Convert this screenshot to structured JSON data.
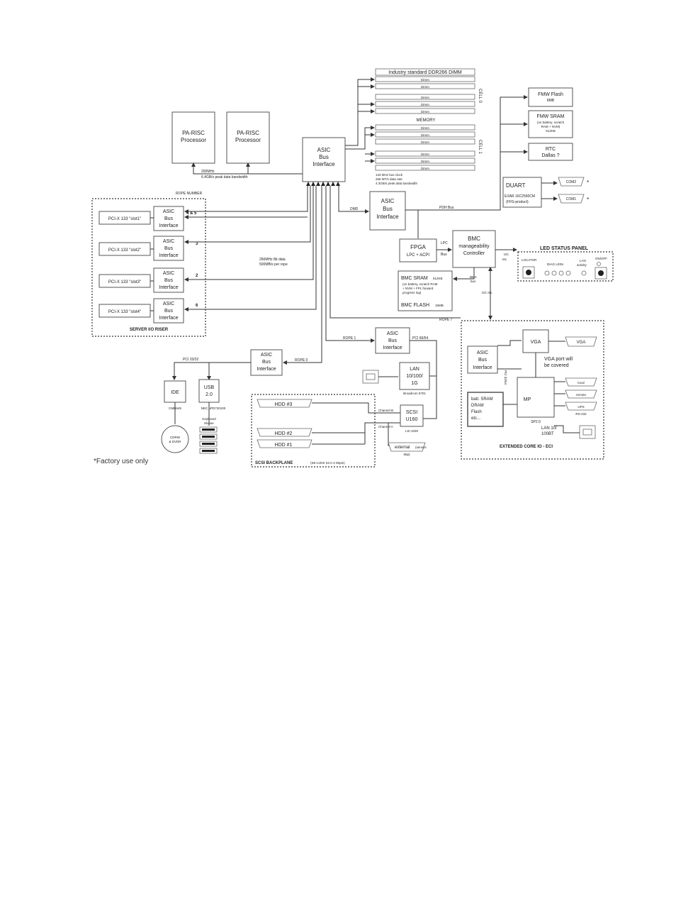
{
  "processors": {
    "p1": "PA-RISC",
    "p1b": "Processor",
    "p2": "PA-RISC",
    "p2b": "Processor"
  },
  "proc_bus": {
    "l1": "200MHz",
    "l2": "6.4GB/s peak data bandwidth"
  },
  "asic_main": {
    "l1": "ASIC",
    "l2": "Bus",
    "l3": "Interface"
  },
  "asic": {
    "l1": "ASIC",
    "l2": "Bus",
    "l3": "Interface"
  },
  "dimm": {
    "header": "Industry standard DDR266 DIMM",
    "label": "Dimm",
    "memory": "MEMORY",
    "cell0": "CELL 0",
    "cell1": "CELL 1"
  },
  "mem_notes": {
    "l1": "133 MHz bus clock",
    "l2": "266 MT/s data rate",
    "l3": "4.3GB/s peak data bandwidth"
  },
  "fmw_flash": {
    "l1": "FMW Flash",
    "l2": "8MB"
  },
  "fmw_sram": {
    "l1": "FMW SRAM",
    "l2": "(on battery, scratch",
    "l3": "RAM + NVM)",
    "l4": "512KB"
  },
  "rtc": {
    "l1": "RTC",
    "l2": "Dallas ?"
  },
  "duart": {
    "l1": "DUART",
    "l2": "EXAR 16C2550CM",
    "l3": "(FFG-product)"
  },
  "com": {
    "com2": "COM2",
    "com1": "COM1",
    "star": "*"
  },
  "rope_number": "ROPE NUMBER",
  "slots": [
    {
      "label": "PCI-X 133 \"slot1\"",
      "rope": "4 & 5"
    },
    {
      "label": "PCI-X 133 \"slot2\"",
      "rope": "3"
    },
    {
      "label": "PCI-X 133 \"slot3\"",
      "rope": "2"
    },
    {
      "label": "PCI-X 133 \"slot4\"",
      "rope": "6"
    }
  ],
  "riser_title": "SERVER I/O RISER",
  "rope_speed": {
    "l1": "266MHz 8b data",
    "l2": "500MB/s per rope"
  },
  "dmd": "DMD",
  "pdh_bus": "PDH Bus",
  "fpga": {
    "l1": "FPGA",
    "l2": "LPC + ACPI"
  },
  "lpc_bus": {
    "l1": "LPC",
    "l2": "Bus"
  },
  "bmc": {
    "l1": "BMC",
    "l2": "manageability",
    "l3": "Controller"
  },
  "i2c": {
    "a": "I2C",
    "b": "etc.",
    "c": "I2C etc."
  },
  "bmc_bus": {
    "l1": "BMC",
    "l2": "bus"
  },
  "bmc_sram": {
    "l1": "BMC SRAM",
    "l1b": "512KB",
    "l2": "(on battery, scratch RAM",
    "l3": "+ NVM + FPL forward",
    "l4": "progress log)",
    "l5": "BMC FLASH",
    "l5b": "16MB"
  },
  "led_panel": {
    "title": "LED STATUS PANEL",
    "locator": "LOCATOR",
    "diag": "DIAG LEDs",
    "lan": "LAN",
    "lan2": "activity",
    "onoff": "ON/OFF"
  },
  "rope7": "ROPE 7",
  "rope1": "ROPE 1",
  "rope0": "ROPE 0",
  "pci_6464": "PCI 66/64",
  "pci_3332": "PCI 33/32",
  "pci_3264": "PCI 32/64",
  "ide": {
    "label": "IDE",
    "chip": "CMD649"
  },
  "usb": {
    "l1": "USB",
    "l2": "2.0",
    "chip": "NEC uPD720100",
    "kb": "Keyboard",
    "mouse": "Mouse"
  },
  "cdrw": {
    "l1": "CDRW",
    "l2": "& DVDR"
  },
  "lan": {
    "l1": "LAN",
    "l2": "10/100/",
    "l3": "1G",
    "chip": "Broadcom 5701"
  },
  "scsi": {
    "l1": "SCSI",
    "l2": "U160",
    "chip": "LSI 1030",
    "cha": "Channel A",
    "chb": "Channel B"
  },
  "hdd": {
    "h3": "HDD #3",
    "h2": "HDD #2",
    "h1": "HDD #1"
  },
  "external": {
    "l1": "external",
    "l1b": "(service",
    "l2": "68p)"
  },
  "scsi_title": "SCSI BACKPLANE",
  "scsi_sub": "(SE-LVDS SCA-2 80pin)",
  "vga": {
    "box": "VGA",
    "port": "VGA",
    "note1": "VGA port will",
    "note2": "be covered"
  },
  "mp": {
    "label": "MP",
    "chip": "SP2.0"
  },
  "batt": {
    "l1": "batt. SRAM",
    "l2": "DRAM",
    "l3": "Flash",
    "l4": "etc..."
  },
  "mp_ports": {
    "local": "local",
    "remote": "remote",
    "ups": "UPS",
    "rs": "RS-232"
  },
  "eci_lan": {
    "l1": "LAN 10/",
    "l2": "100BT"
  },
  "eci_title": "EXTENDED CORE IO - ECI",
  "footnote": "*Factory use only"
}
